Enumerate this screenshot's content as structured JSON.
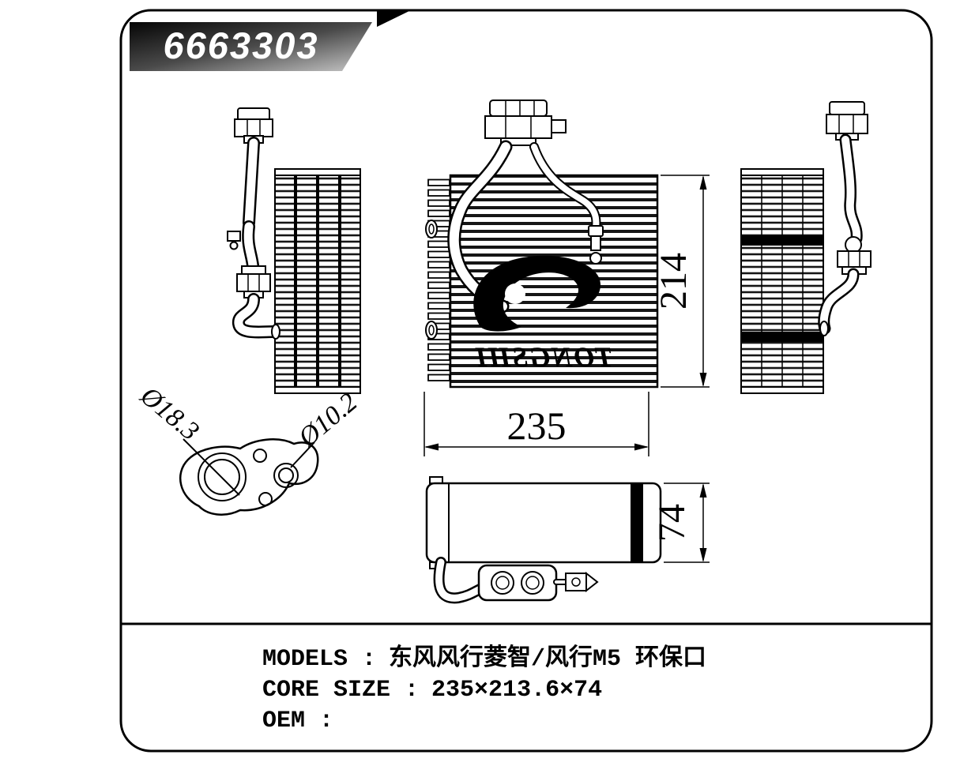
{
  "colors": {
    "line": "#000000",
    "background": "#ffffff",
    "badge_text": "#ffffff",
    "badge_gradient_start": "#050505",
    "badge_gradient_mid": "#4a4a4a",
    "badge_gradient_end": "#c9c9c9"
  },
  "title": {
    "part_number": "6663303"
  },
  "brand": {
    "logo_text": "TONGSHI",
    "mirrored": true
  },
  "dimensions": {
    "core_height": "214",
    "core_width": "235",
    "core_depth": "74",
    "port_large_diameter": "Ø18.3",
    "port_small_diameter": "Ø10.2"
  },
  "specs": {
    "models": {
      "label": "MODELS :",
      "value": "东风风行菱智/风行M5 环保口"
    },
    "core_size": {
      "label": "CORE SIZE :",
      "value": "235×213.6×74"
    },
    "oem": {
      "label": "OEM :",
      "value": ""
    }
  }
}
